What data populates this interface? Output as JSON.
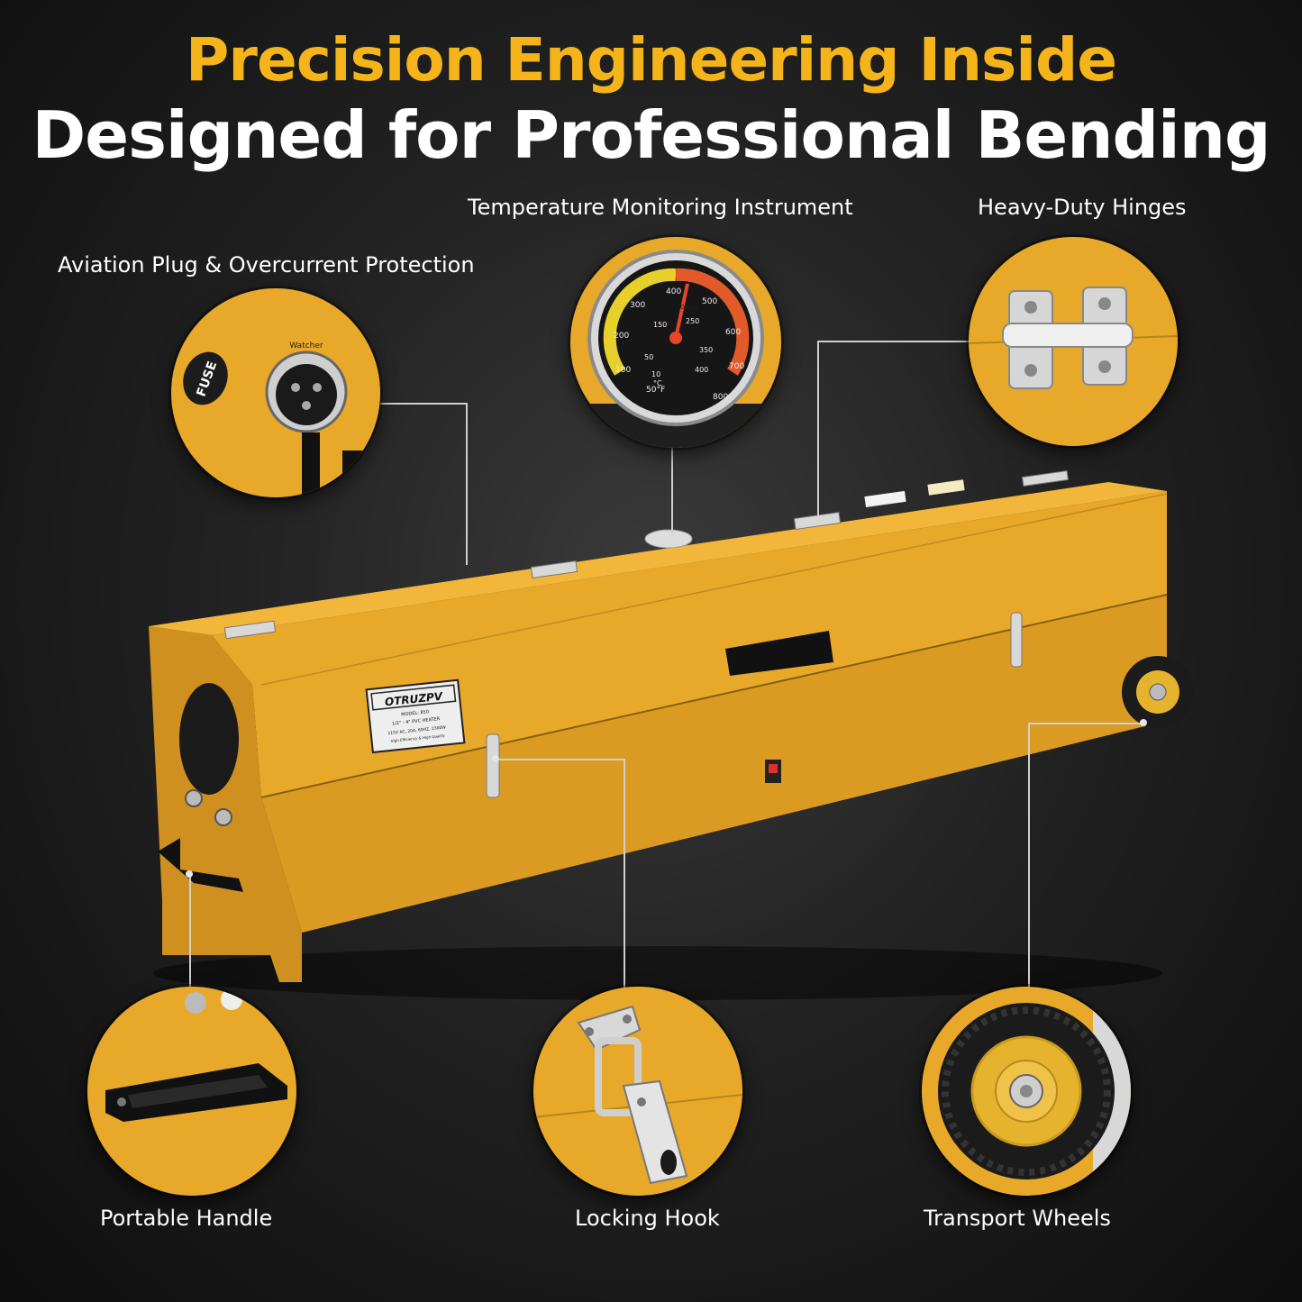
{
  "headline": {
    "line1": "Precision Engineering Inside",
    "line2": "Designed for Professional Bending"
  },
  "callouts": {
    "temperature": "Temperature Monitoring Instrument",
    "hinges": "Heavy-Duty Hinges",
    "aviation_plug": "Aviation Plug & Overcurrent Protection",
    "handle": "Portable Handle",
    "hook": "Locking Hook",
    "wheels": "Transport Wheels"
  },
  "gauge": {
    "fahrenheit_ticks": [
      "50°F",
      "100",
      "200",
      "300",
      "400",
      "500",
      "600",
      "700",
      "800"
    ],
    "celsius_ticks": [
      "10",
      "50",
      "150",
      "250",
      "350",
      "400"
    ],
    "celsius_unit": "°C",
    "brand": "GRILL"
  },
  "fuse_text": "FUSE",
  "plug_brand": "Watcher",
  "label_plate": {
    "brand": "OTRUZPV",
    "model": "MODEL: 850",
    "size": "1/2\" - 4\" PVC HEATER",
    "rating": "115V AC, 20A, 60HZ, 2300W",
    "tagline": "High Efficiency & High Quality"
  },
  "colors": {
    "accent": "#F5B51A",
    "body": "#E8A92A",
    "background": "#1c1c1c"
  }
}
